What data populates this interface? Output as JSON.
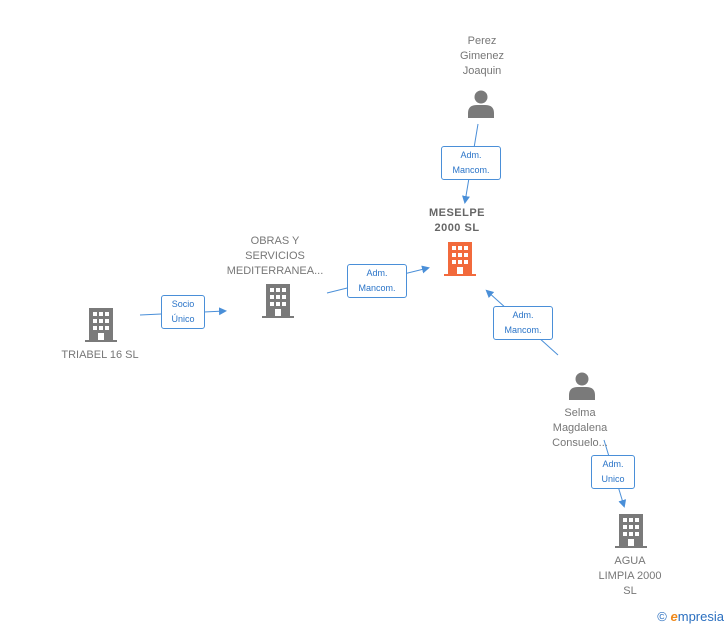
{
  "nodes": {
    "perez": {
      "lines": [
        "Perez",
        "Gimenez",
        "Joaquin"
      ]
    },
    "meselpe": {
      "lines": [
        "MESELPE",
        "2000  SL"
      ]
    },
    "obras": {
      "lines": [
        "OBRAS Y",
        "SERVICIOS",
        "MEDITERRANEA..."
      ]
    },
    "triabel": {
      "lines": [
        "TRIABEL 16 SL"
      ]
    },
    "selma": {
      "lines": [
        "Selma",
        "Magdalena",
        "Consuelo..."
      ]
    },
    "agua": {
      "lines": [
        "AGUA",
        "LIMPIA 2000",
        "SL"
      ]
    }
  },
  "edges": {
    "perez_meselpe": {
      "lines": [
        "Adm.",
        "Mancom."
      ]
    },
    "obras_meselpe": {
      "lines": [
        "Adm.",
        "Mancom."
      ]
    },
    "selma_meselpe": {
      "lines": [
        "Adm.",
        "Mancom."
      ]
    },
    "triabel_obras": {
      "lines": [
        "Socio",
        "Único"
      ]
    },
    "selma_agua": {
      "lines": [
        "Adm.",
        "Unico"
      ]
    }
  },
  "brand": {
    "copyright": "©",
    "e": "e",
    "rest": "mpresia"
  },
  "colors": {
    "highlight": "#f26a3c",
    "company": "#7a7a7a",
    "person": "#7a7a7a",
    "edge": "#4a8fd8"
  }
}
